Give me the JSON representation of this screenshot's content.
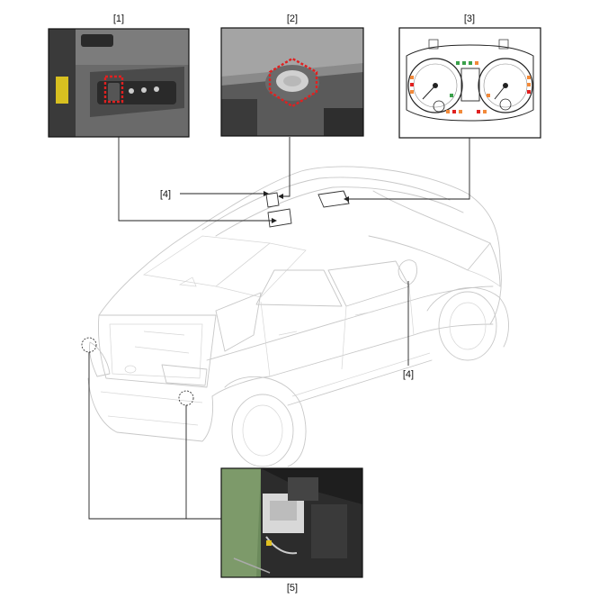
{
  "callouts": {
    "c1": "[1]",
    "c2": "[2]",
    "c3": "[3]",
    "c4_top": "[4]",
    "c4_side": "[4]",
    "c5": "[5]"
  },
  "colors": {
    "highlight_dash": "#e02020",
    "leader_line": "#222222",
    "vehicle_outline": "#c8c8c8",
    "cluster_warning_lamps": "#f28a3a",
    "cluster_green_lamps": "#3aa04a"
  },
  "icons": {
    "photo1": "door-switch-panel-photo",
    "photo2": "dashboard-speaker-photo",
    "photo3": "instrument-cluster-icon",
    "photo5": "rear-bumper-module-photo",
    "sensor_right": "sensor-circle-icon",
    "sensor_left": "sensor-circle-icon"
  }
}
